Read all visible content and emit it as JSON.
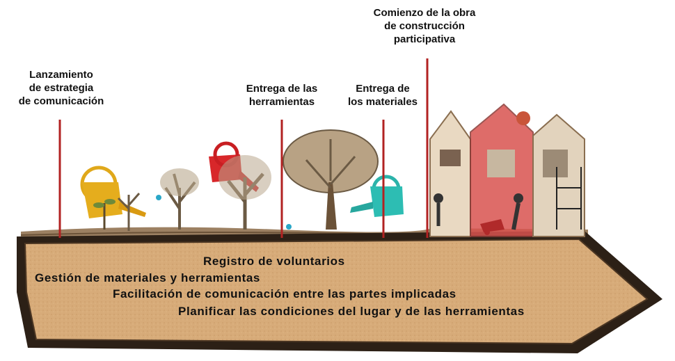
{
  "milestones": [
    {
      "label": "Lanzamiento\nde estrategia\nde comunicación"
    },
    {
      "label": "Entrega de las\nherramientas"
    },
    {
      "label": "Entrega de\nlos materiales"
    },
    {
      "label": "Comienzo de la obra\nde construcción\nparticipativa"
    }
  ],
  "tasks": [
    "Registro de voluntarios",
    "Gestión de materiales y herramientas",
    "Facilitación de comunicación entre las partes implicadas",
    "Planificar las condiciones del lugar y de las herramientas"
  ],
  "icons": [
    "yellow-watering-can-icon",
    "seedling-icon",
    "red-watering-can-icon",
    "small-tree-icon",
    "large-tree-icon",
    "teal-watering-can-icon",
    "construction-scene-icon"
  ],
  "colors": {
    "marker_line": "#b22222",
    "arrow_fill": "#d8ad7c",
    "arrow_border": "#3a2a1c",
    "ground": "#8a6e50"
  }
}
